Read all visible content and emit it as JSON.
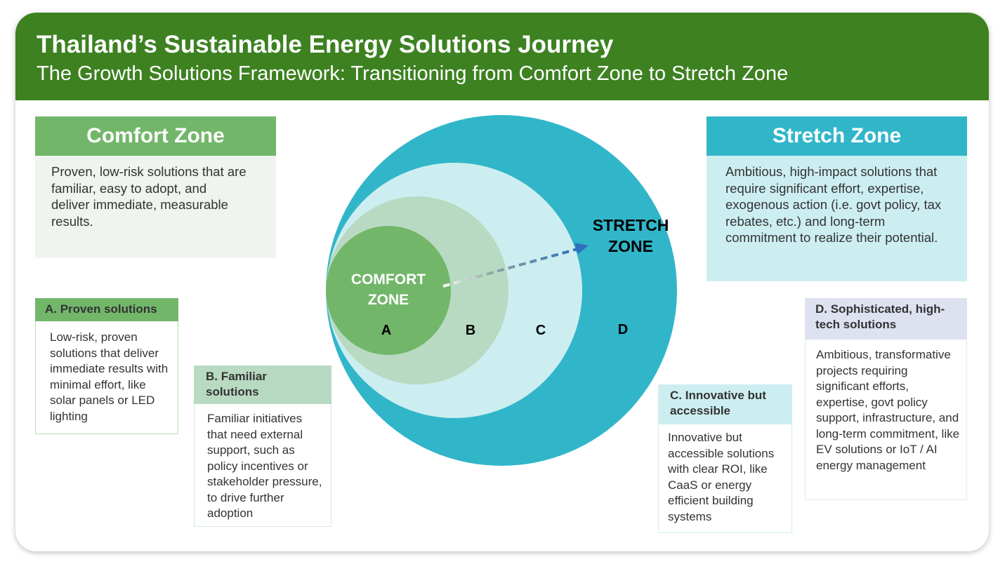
{
  "header": {
    "title": "Thailand’s Sustainable Energy Solutions Journey",
    "subtitle": "The Growth Solutions Framework: Transitioning from Comfort Zone to Stretch Zone"
  },
  "comfort_zone": {
    "title": "Comfort Zone",
    "description": "Proven, low-risk solutions that are familiar, easy to adopt, and deliver immediate, measurable results."
  },
  "stretch_zone": {
    "title": "Stretch Zone",
    "description": "Ambitious, high-impact solutions that require significant effort, expertise, exogenous action (i.e. govt policy, tax rebates, etc.) and long-term commitment to realize their potential."
  },
  "diagram": {
    "comfort_label_1": "COMFORT",
    "comfort_label_2": "ZONE",
    "stretch_label_1": "STRETCH",
    "stretch_label_2": "ZONE",
    "ring_a": "A",
    "ring_b": "B",
    "ring_c": "C",
    "ring_d": "D",
    "colors": {
      "a": "#72b66a",
      "b": "#b8dac2",
      "c": "#cdeef0",
      "d": "#31b6c9",
      "header": "#3d8121"
    }
  },
  "boxes": {
    "a": {
      "title": "A. Proven solutions",
      "body": "Low-risk, proven solutions that deliver immediate results with minimal effort, like solar panels or LED lighting"
    },
    "b": {
      "title": "B. Familiar solutions",
      "body": "Familiar initiatives that need external support, such as policy incentives or stakeholder pressure, to drive further adoption"
    },
    "c": {
      "title": "C. Innovative but accessible",
      "body": "Innovative but accessible solutions with clear ROI, like CaaS or energy efficient building systems"
    },
    "d": {
      "title": "D. Sophisticated, high-tech solutions",
      "body": "Ambitious, transformative projects requiring significant efforts, expertise, govt policy support, infrastructure, and long-term commitment, like EV solutions or IoT / AI energy management"
    }
  }
}
